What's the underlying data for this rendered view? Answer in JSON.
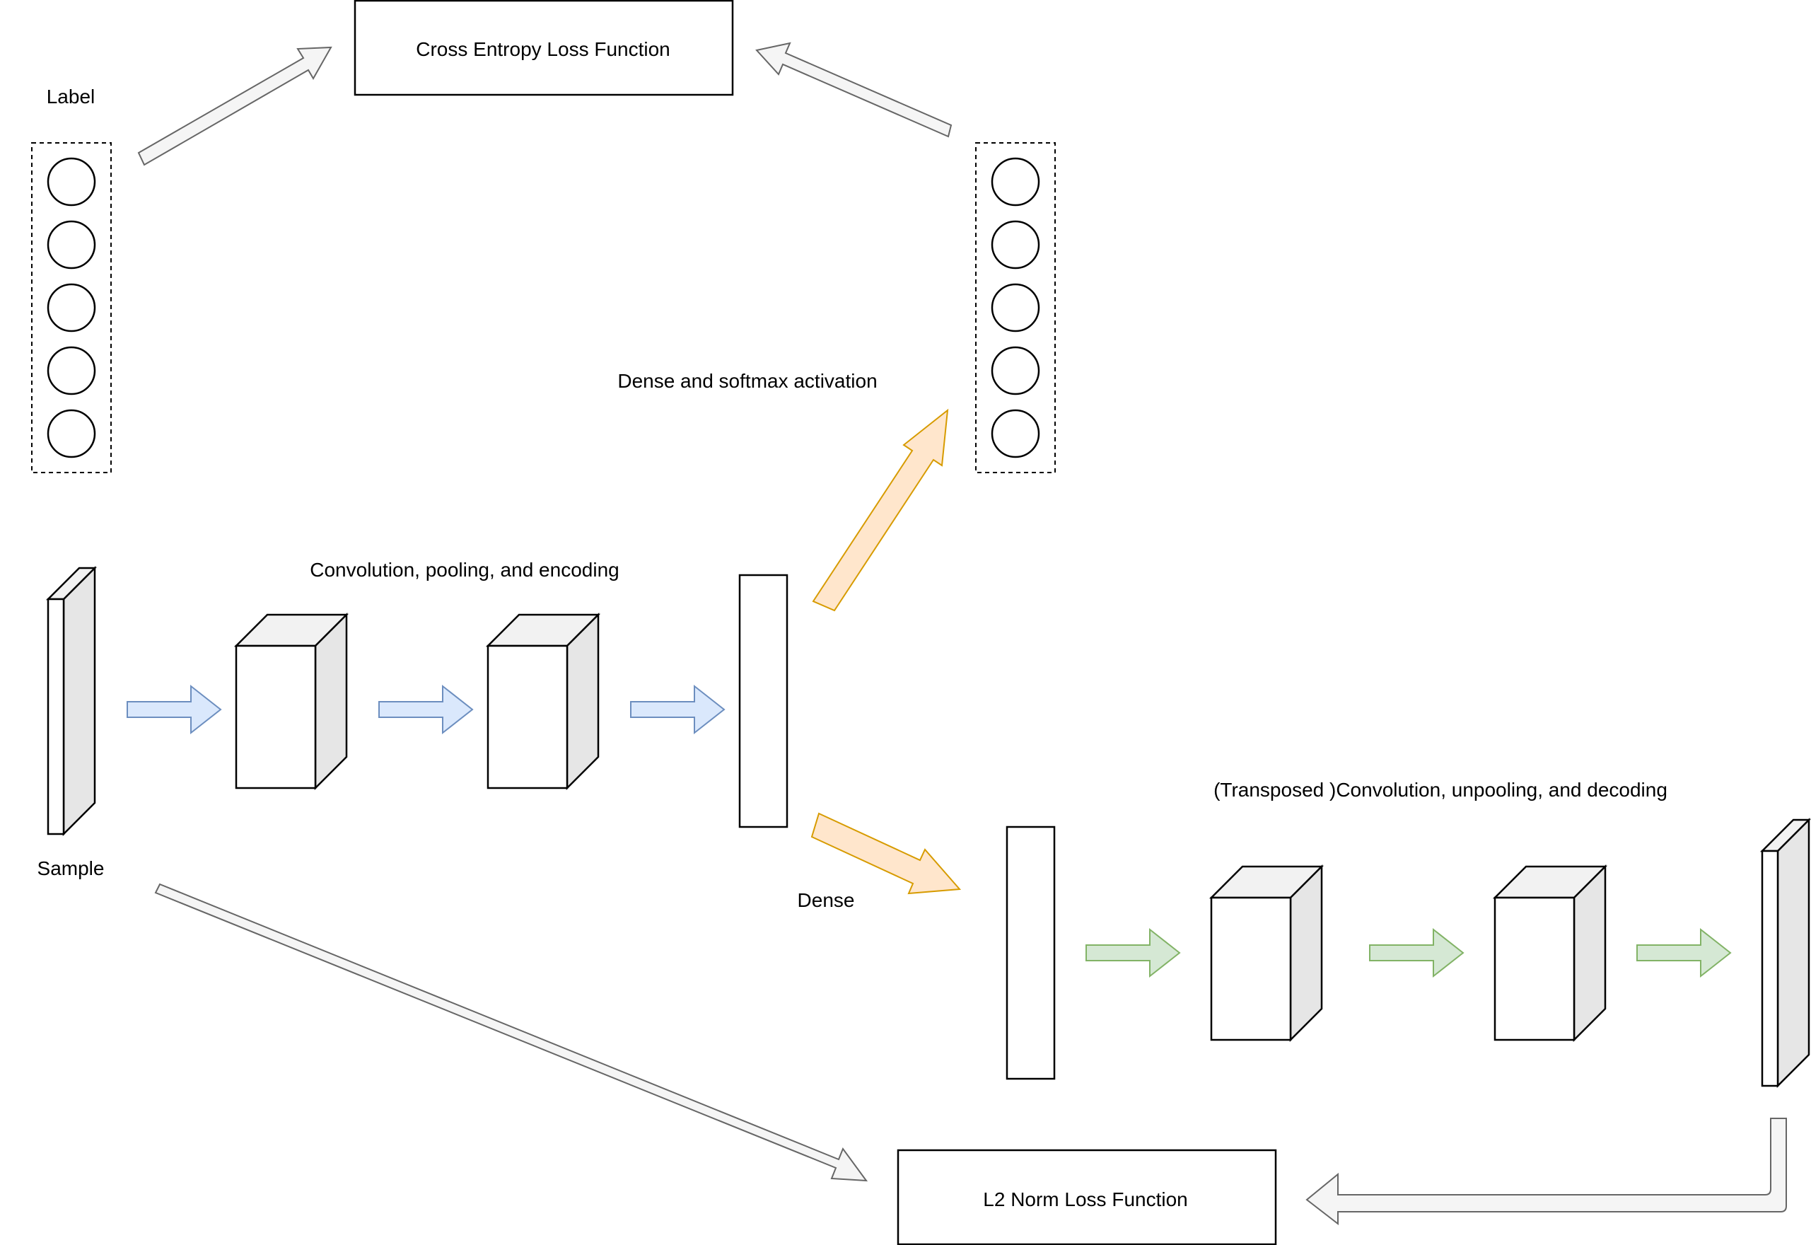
{
  "labels": {
    "cross_entropy_loss": "Cross Entropy Loss  Function",
    "l2_norm_loss": "L2 Norm Loss  Function",
    "label": "Label",
    "sample": "Sample",
    "encoder_caption": "Convolution, pooling, and encoding",
    "softmax_caption": "Dense and softmax activation",
    "dense_caption": "Dense",
    "decoder_caption": "(Transposed )Convolution, unpooling, and decoding"
  },
  "vectors": {
    "label_units": 5,
    "prediction_units": 5
  },
  "colors": {
    "stroke": "#000000",
    "block_side": "#e6e6e6",
    "block_top": "#f2f2f2",
    "encoder_arrow_fill": "#dae8fc",
    "encoder_arrow_stroke": "#6c8ebf",
    "dense_arrow_fill": "#ffe6cc",
    "dense_arrow_stroke": "#d79b00",
    "decoder_arrow_fill": "#d5e8d4",
    "decoder_arrow_stroke": "#82b366",
    "loss_arrow_fill": "#f5f5f5",
    "loss_arrow_stroke": "#666666"
  }
}
